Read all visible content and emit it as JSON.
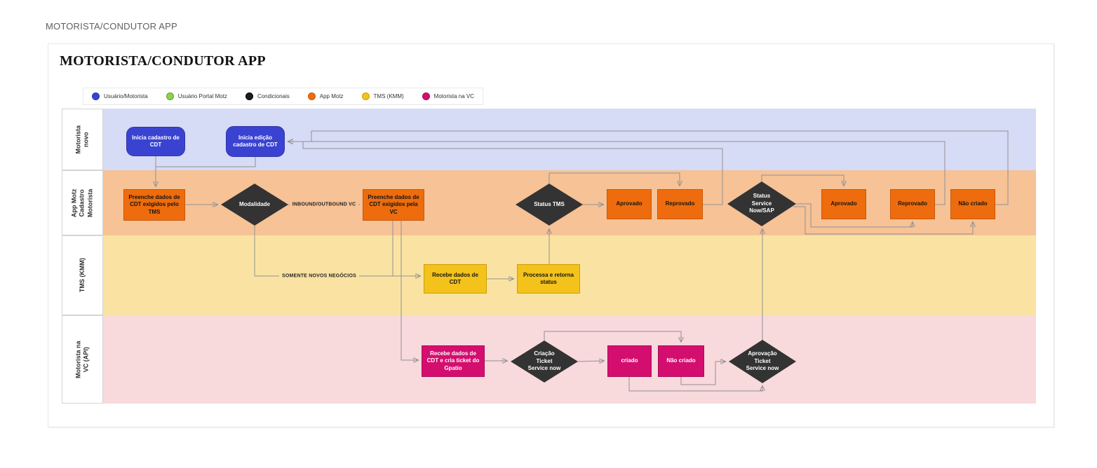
{
  "page": {
    "header_label": "MOTORISTA/CONDUTOR APP",
    "panel_title": "MOTORISTA/CONDUTOR APP"
  },
  "legend": {
    "items": [
      {
        "label": "Usuário/Motorista",
        "color": "#3a43d1"
      },
      {
        "label": "Usuário Portal Motz",
        "color": "#8ed04e"
      },
      {
        "label": "Condicionais",
        "color": "#1d1d1d"
      },
      {
        "label": "App Motz",
        "color": "#ee6c0d"
      },
      {
        "label": "TMS (KMM)",
        "color": "#f3c21b"
      },
      {
        "label": "Motorista na VC",
        "color": "#d40e6f"
      }
    ]
  },
  "lanes": [
    {
      "label": "Motorista novo",
      "color": "#d6dbf6"
    },
    {
      "label": "App Motz\nCadastro Motorista",
      "color": "#f6c296"
    },
    {
      "label": "TMS (KMM)",
      "color": "#fae3a2"
    },
    {
      "label": "Motorista na VC (API)",
      "color": "#f8d9dc"
    }
  ],
  "nodes": {
    "start_cadastro": {
      "label": "Inicia cadastro de CDT",
      "type": "start"
    },
    "start_edicao": {
      "label": "Inicia edição cadastro de CDT",
      "type": "start"
    },
    "preenche_tms": {
      "label": "Preenche dados de CDT exigidos pelo TMS",
      "type": "process"
    },
    "modalidade": {
      "label": "Modalidade",
      "type": "decision"
    },
    "preenche_vc": {
      "label": "Preenche dados de CDT exigidos pela VC",
      "type": "process"
    },
    "status_tms": {
      "label": "Status TMS",
      "type": "decision"
    },
    "aprovado_1": {
      "label": "Aprovado",
      "type": "process"
    },
    "reprovado_1": {
      "label": "Reprovado",
      "type": "process"
    },
    "status_snow": {
      "label": "Status\nService\nNow/SAP",
      "type": "decision"
    },
    "aprovado_2": {
      "label": "Aprovado",
      "type": "process"
    },
    "reprovado_2": {
      "label": "Reprovado",
      "type": "process"
    },
    "nao_criado_1": {
      "label": "Não criado",
      "type": "process"
    },
    "recebe_cdt": {
      "label": "Recebe dados de CDT",
      "type": "process"
    },
    "processa": {
      "label": "Processa e retorna status",
      "type": "process"
    },
    "recebe_gpatio": {
      "label": "Recebe dados de CDT e cria ticket do Gpatio",
      "type": "process"
    },
    "criacao_ticket": {
      "label": "Criação\nTicket\nService now",
      "type": "decision"
    },
    "criado": {
      "label": "criado",
      "type": "process"
    },
    "nao_criado_2": {
      "label": "Não criado",
      "type": "process"
    },
    "aprovacao_ticket": {
      "label": "Aprovação\nTicket\nService now",
      "type": "decision"
    }
  },
  "edge_labels": {
    "inbound": "INBOUND/OUTBOUND VC",
    "somente": "SOMENTE NOVOS NEGÓCIOS"
  },
  "colors": {
    "lane_blue": "#d6dbf6",
    "lane_orange": "#f6c296",
    "lane_yellow": "#fae3a2",
    "lane_pink": "#f8d9dc",
    "node_blue": "#3a43d1",
    "node_orange": "#ee6c0d",
    "node_yellow": "#f3c21b",
    "node_pink": "#d40e6f",
    "decision_black": "#333333",
    "edge_gray": "#919191"
  }
}
